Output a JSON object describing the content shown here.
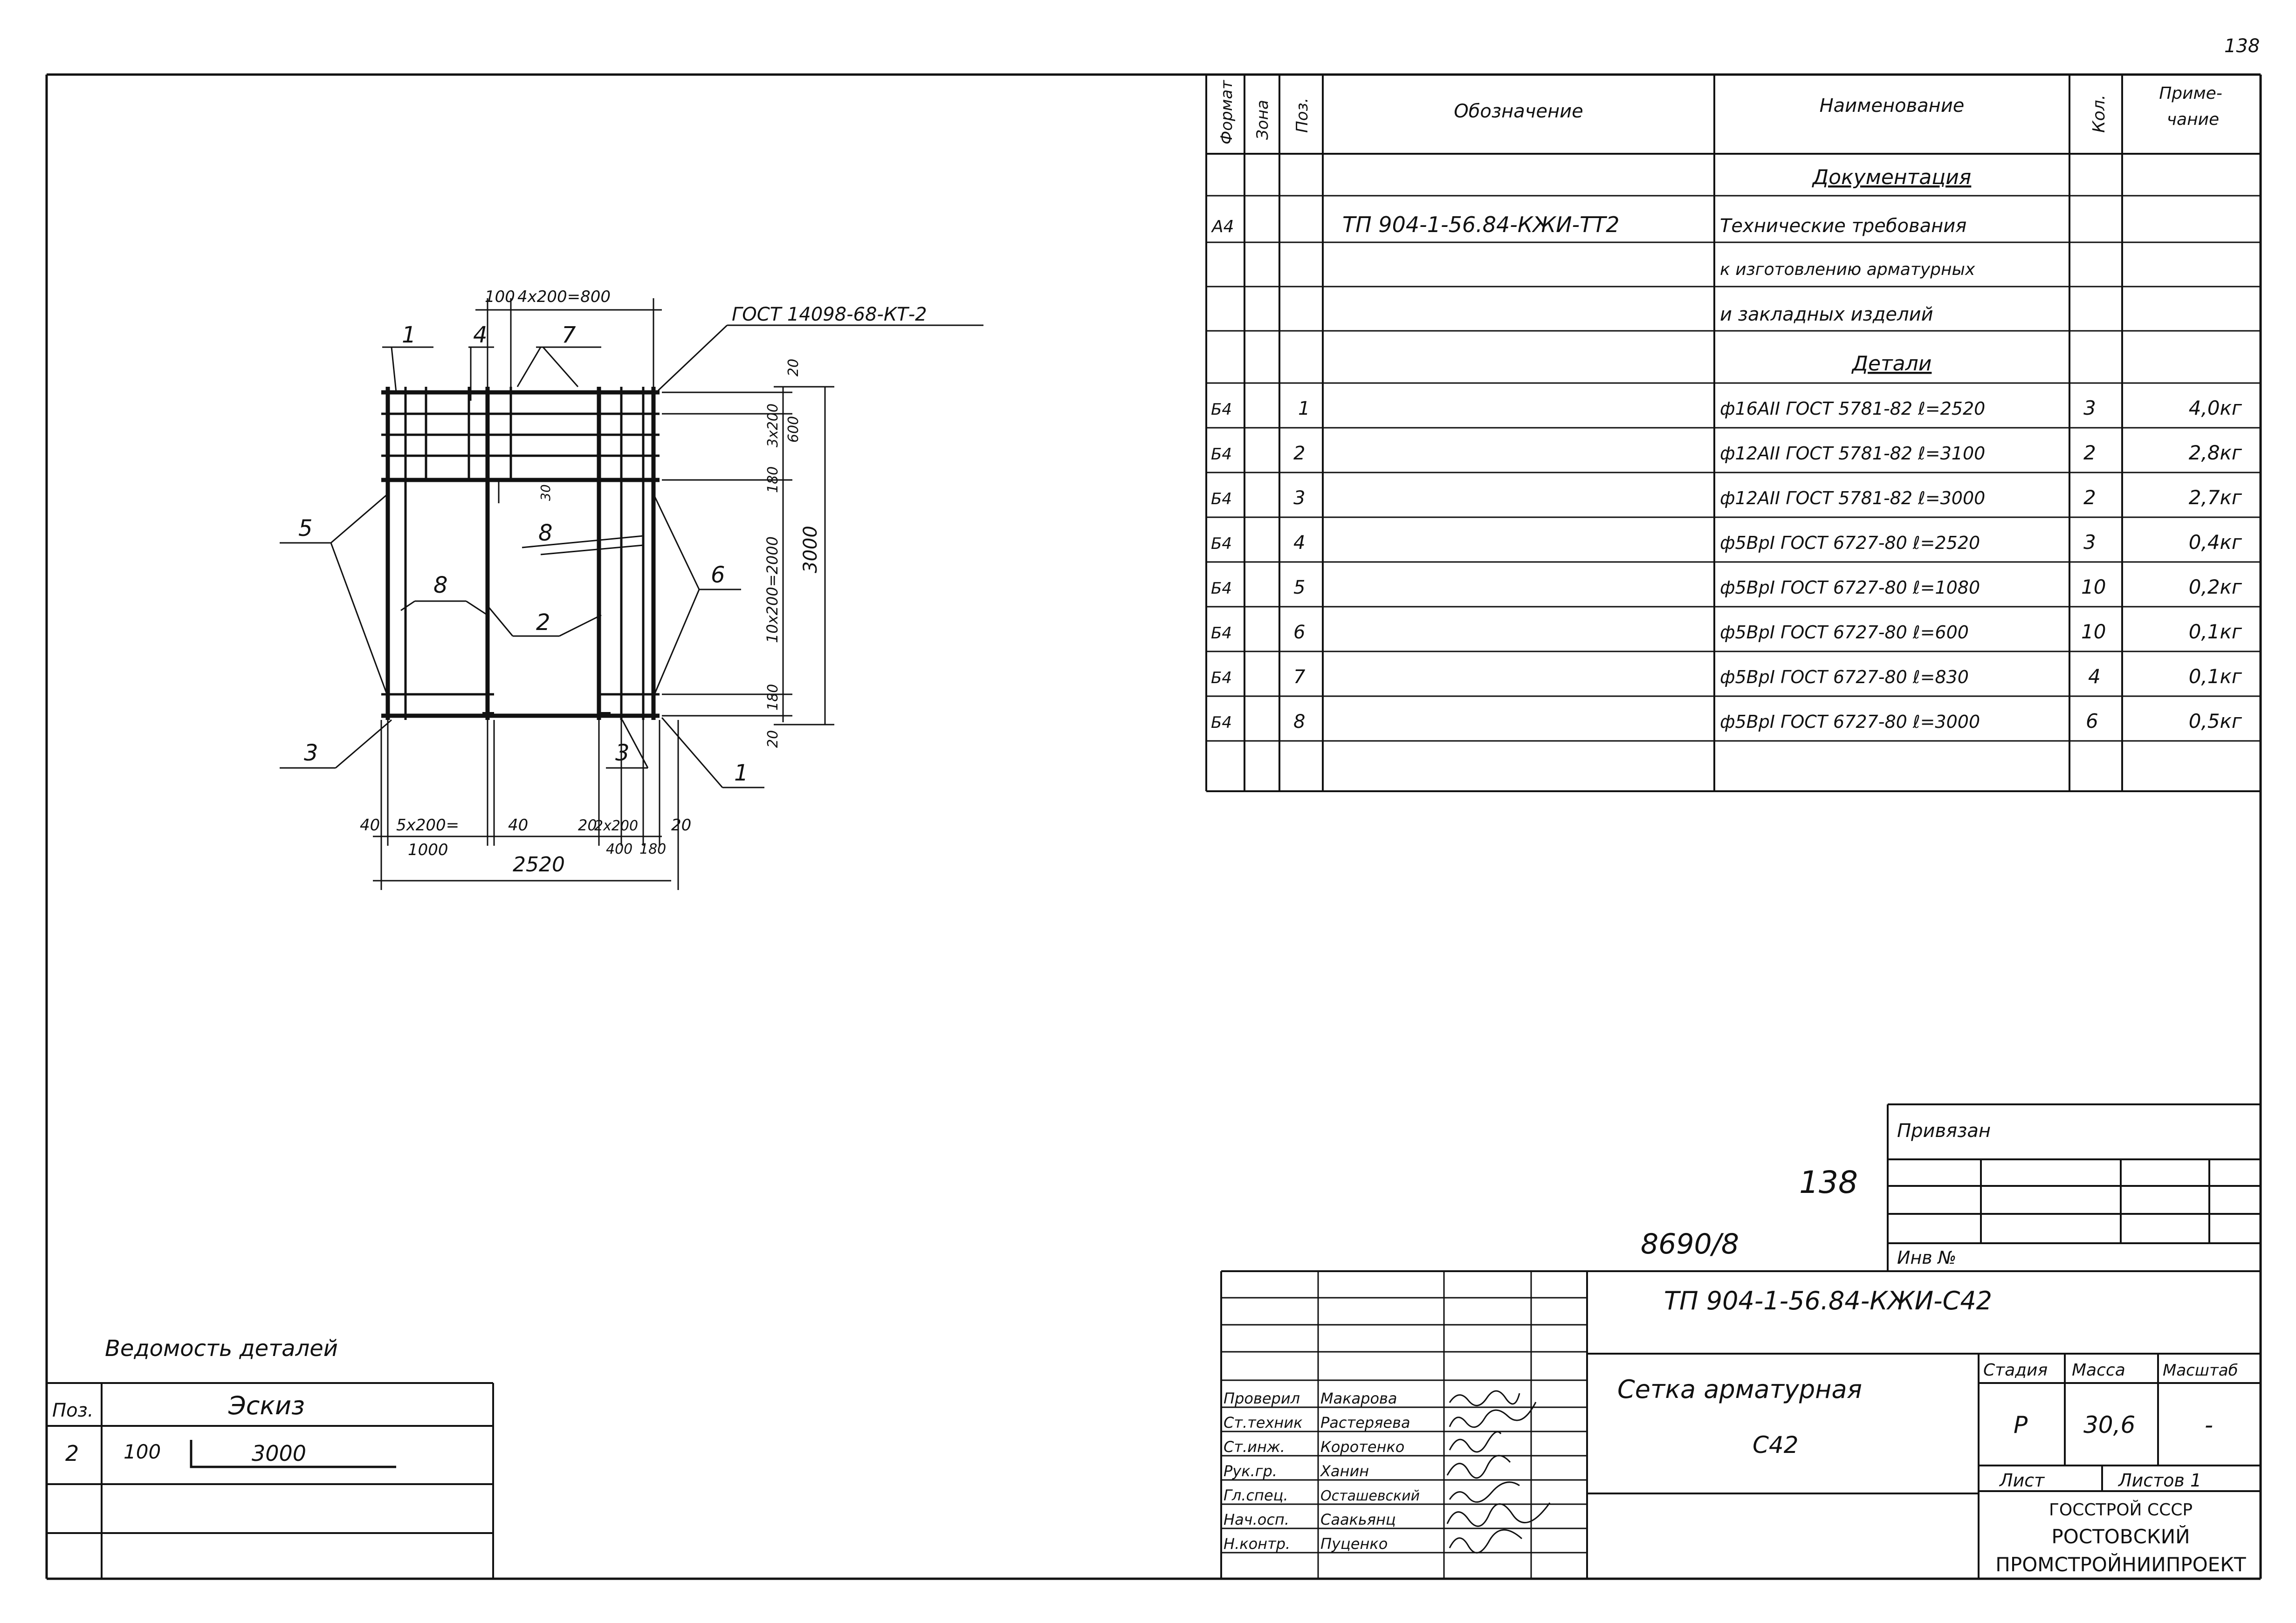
{
  "sheet_number": "138",
  "spec_table": {
    "headers": {
      "format": "Формат",
      "zone": "Зона",
      "pos": "Поз.",
      "designation": "Обозначение",
      "name": "Наименование",
      "qty": "Кол.",
      "note_line1": "Приме-",
      "note_line2": "чание"
    },
    "documentation_heading": "Документация",
    "doc_row": {
      "format": "А4",
      "designation": "ТП 904-1-56.84-КЖИ-ТТ2",
      "name_lines": [
        "Технические требования",
        "к изготовлению арматурных",
        "и закладных изделий"
      ]
    },
    "details_heading": "Детали",
    "items": [
      {
        "format": "Б4",
        "pos": "1",
        "name": "ф16AII ГОСТ 5781-82 ℓ=2520",
        "qty": "3",
        "note": "4,0кг"
      },
      {
        "format": "Б4",
        "pos": "2",
        "name": "ф12AII ГОСТ 5781-82 ℓ=3100",
        "qty": "2",
        "note": "2,8кг"
      },
      {
        "format": "Б4",
        "pos": "3",
        "name": "ф12AII ГОСТ 5781-82 ℓ=3000",
        "qty": "2",
        "note": "2,7кг"
      },
      {
        "format": "Б4",
        "pos": "4",
        "name": "ф5ВрI ГОСТ 6727-80 ℓ=2520",
        "qty": "3",
        "note": "0,4кг"
      },
      {
        "format": "Б4",
        "pos": "5",
        "name": "ф5ВрI ГОСТ 6727-80 ℓ=1080",
        "qty": "10",
        "note": "0,2кг"
      },
      {
        "format": "Б4",
        "pos": "6",
        "name": "ф5ВрI ГОСТ 6727-80 ℓ=600",
        "qty": "10",
        "note": "0,1кг"
      },
      {
        "format": "Б4",
        "pos": "7",
        "name": "ф5ВрI ГОСТ 6727-80 ℓ=830",
        "qty": "4",
        "note": "0,1кг"
      },
      {
        "format": "Б4",
        "pos": "8",
        "name": "ф5ВрI ГОСТ 6727-80 ℓ=3000",
        "qty": "6",
        "note": "0,5кг"
      }
    ]
  },
  "drawing": {
    "weld_note": "ГОСТ 14098-68-КТ-2",
    "top_dims": {
      "d100": "100",
      "d4x200": "4х200=800"
    },
    "right_dims": {
      "d20a": "20",
      "d3x200": "3х200",
      "d600": "600",
      "d180a": "180",
      "d3000": "3000",
      "d10x200": "10х200=2000",
      "d180b": "180",
      "d20b": "20"
    },
    "bottom_dims": {
      "d40a": "40",
      "d5x200": "5х200=",
      "d1000": "1000",
      "d40b": "40",
      "d20c": "20",
      "d2x200": "2х200",
      "d400": "400",
      "d20d": "20",
      "d180c": "180",
      "d2520": "2520"
    },
    "dim30": "30",
    "pos_callouts": {
      "p1a": "1",
      "p4": "4",
      "p7": "7",
      "p5": "5",
      "p8a": "8",
      "p8b": "8",
      "p2": "2",
      "p6": "6",
      "p3a": "3",
      "p3b": "3",
      "p1b": "1"
    }
  },
  "details_list": {
    "title": "Ведомость деталей",
    "col_pos": "Поз.",
    "col_sketch": "Эскиз",
    "row": {
      "pos": "2",
      "hook": "100",
      "length": "3000"
    }
  },
  "binding": {
    "title": "Привязан",
    "inv_label": "Инв №",
    "number_138": "138",
    "number_8690": "8690/8"
  },
  "title_block": {
    "code": "ТП 904-1-56.84-КЖИ-С42",
    "item_name_line1": "Сетка арматурная",
    "item_name_line2": "С42",
    "stage_label": "Стадия",
    "mass_label": "Масса",
    "scale_label": "Масштаб",
    "stage": "Р",
    "mass": "30,6",
    "scale": "-",
    "sheet_label": "Лист",
    "sheets_label": "Листов 1",
    "org_line1": "ГОССТРОЙ СССР",
    "org_line2": "РОСТОВСКИЙ",
    "org_line3": "ПРОМСТРОЙНИИПРОЕКТ",
    "signatures": [
      {
        "role": "Проверил",
        "name": "Макарова"
      },
      {
        "role": "Ст.техник",
        "name": "Растеряева"
      },
      {
        "role": "Ст.инж.",
        "name": "Коротенко"
      },
      {
        "role": "Рук.гр.",
        "name": "Ханин"
      },
      {
        "role": "Гл.спец.",
        "name": "Осташевский"
      },
      {
        "role": "Нач.осп.",
        "name": "Саакьянц"
      },
      {
        "role": "Н.контр.",
        "name": "Пуценко"
      }
    ]
  }
}
